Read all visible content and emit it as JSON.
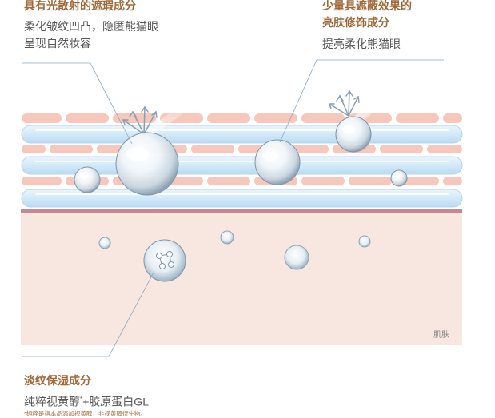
{
  "callouts": {
    "light_scatter": {
      "title": "具有光散射的遮瑕成分",
      "desc_line1": "柔化皱纹凹凸，隐匿熊猫眼",
      "desc_line2": "呈现自然妆容"
    },
    "concealer": {
      "title_line1": "少量具遮蔽效果的",
      "title_line2": "亮肤修饰成分",
      "desc": "提亮柔化熊猫眼"
    },
    "moisture": {
      "title": "淡纹保湿成分",
      "desc_main": "纯粹视黄醇",
      "desc_mark": "*",
      "desc_rest": "+胶原蛋白GL",
      "footnote": "*纯粹是指本品添加视黄醇，非视黄醇衍生物。"
    }
  },
  "skin_label": "肌肤",
  "colors": {
    "heading": "#a0693a",
    "text": "#555555",
    "skin_fill": "#f7e6df",
    "skin_border": "#c4898a",
    "pink_brick": "#f6c5ba",
    "blue_band": "#d6ebfa"
  }
}
